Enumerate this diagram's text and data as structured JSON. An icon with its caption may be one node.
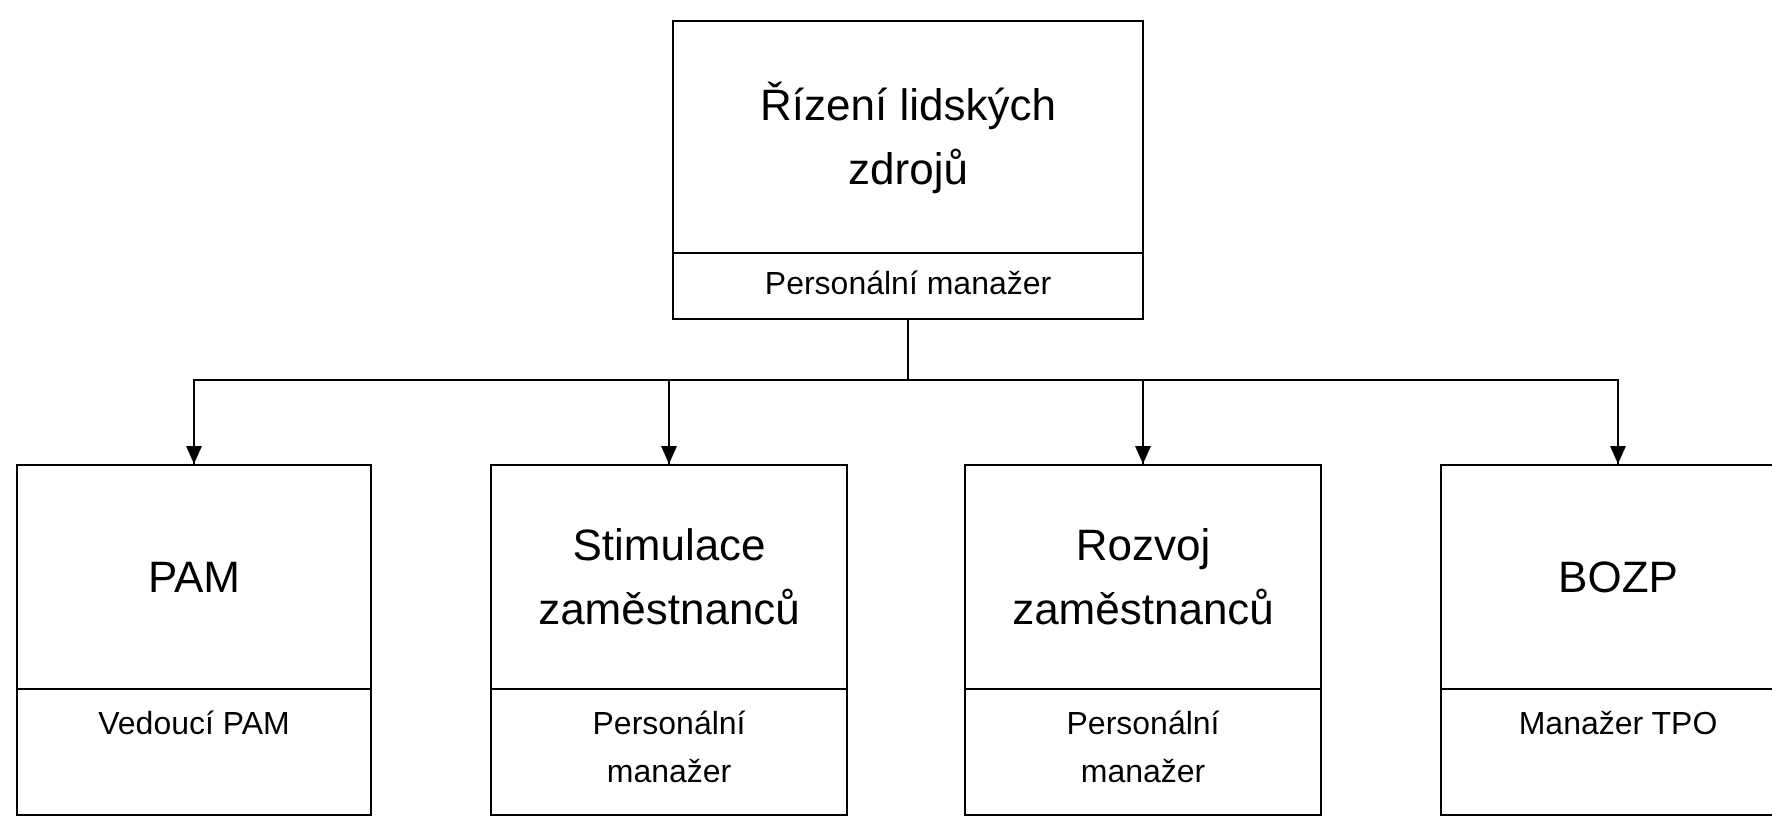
{
  "diagram": {
    "nodes": [
      {
        "text": [
          "Řízení lidských zdrojů",
          "Personální manažer"
        ]
      },
      {
        "text": [
          "PAM",
          "Vedoucí PAM"
        ]
      },
      {
        "text": [
          "Stimulace zaměstnanců",
          "Personální manažer"
        ]
      },
      {
        "text": [
          "Rozvoj zaměstnanců",
          "Personální manažer"
        ]
      },
      {
        "text": [
          "BOZP",
          "Manažer TPO"
        ]
      }
    ],
    "edges": [
      {
        "from": 0,
        "to": 1,
        "arrow": "to"
      },
      {
        "from": 0,
        "to": 2,
        "arrow": "to"
      },
      {
        "from": 0,
        "to": 3,
        "arrow": "to"
      },
      {
        "from": 0,
        "to": 4,
        "arrow": "to"
      }
    ]
  }
}
